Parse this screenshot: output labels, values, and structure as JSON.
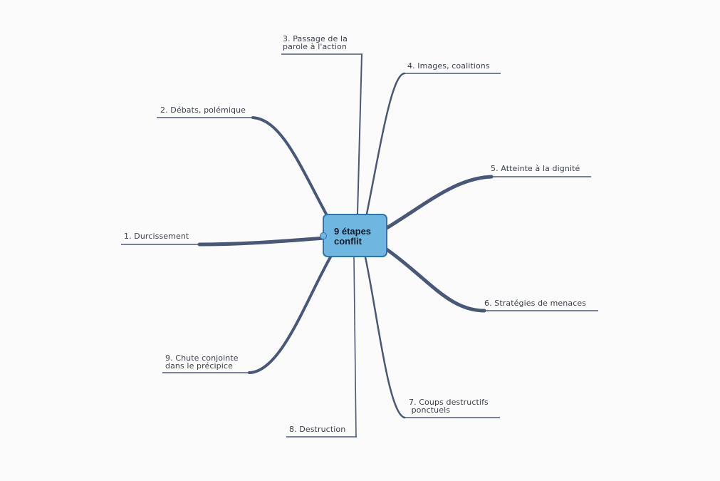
{
  "central_topic": {
    "text": "9 étapes\nconflit",
    "fill_color": "#6fb7e0",
    "border_color": "#3173ab"
  },
  "branch_color": "#4a5878",
  "branches": [
    {
      "id": "b1",
      "label": "1. Durcissement"
    },
    {
      "id": "b2",
      "label": "2. Débats, polémique"
    },
    {
      "id": "b3",
      "label": "3. Passage de la\nparole à l'action"
    },
    {
      "id": "b4",
      "label": "4. Images, coalitions"
    },
    {
      "id": "b5",
      "label": "5. Atteinte à la dignité"
    },
    {
      "id": "b6",
      "label": "6. Stratégies de menaces"
    },
    {
      "id": "b7",
      "label": "7. Coups destructifs\n ponctuels"
    },
    {
      "id": "b8",
      "label": "8. Destruction"
    },
    {
      "id": "b9",
      "label": "9. Chute conjointe\ndans le précipice"
    }
  ]
}
